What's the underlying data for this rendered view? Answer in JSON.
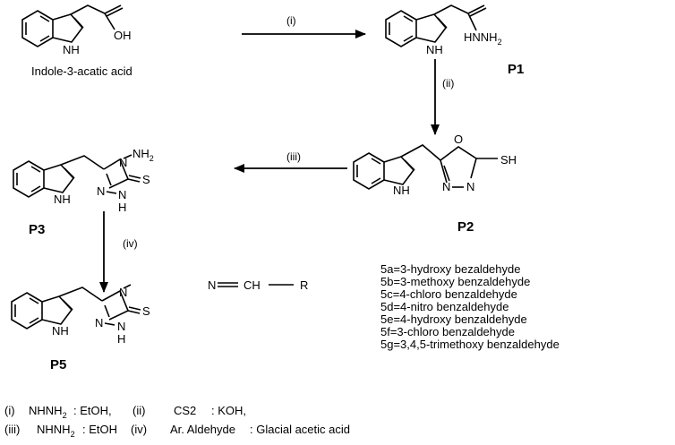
{
  "scheme": {
    "start_caption": "Indole-3-acatic acid",
    "compounds": {
      "p1": "P1",
      "p2": "P2",
      "p3": "P3",
      "p5": "P5"
    },
    "steps": {
      "i": "(i)",
      "ii": "(ii)",
      "iii": "(iii)",
      "iv": "(iv)"
    },
    "atoms": {
      "nh": "NH",
      "oh": "OH",
      "o": "O",
      "n": "N",
      "s": "S",
      "sh": "SH",
      "hydrazide": "HNNH",
      "subscript_2": "2",
      "nh2": "NH",
      "imine_n": "N",
      "imine_ch": "CH",
      "r": "R"
    },
    "key": [
      "5a=3-hydroxy bezaldehyde",
      "5b=3-methoxy benzaldehyde",
      "5c=4-chloro benzaldehyde",
      "5d=4-nitro benzaldehyde",
      "5e=4-hydroxy benzaldehyde",
      "5f=3-chloro benzaldehyde",
      "5g=3,4,5-trimethoxy benzaldehyde"
    ],
    "conditions": {
      "line1": {
        "i_label": "(i)",
        "i_reagent": "NHNH",
        "i_sub": "2",
        "i_solvent": ": EtOH,",
        "ii_label": "(ii)",
        "ii_reagent": "CS2",
        "ii_solvent": ": KOH,"
      },
      "line2": {
        "iii_label": "(iii)",
        "iii_reagent": "NHNH",
        "iii_sub": "2",
        "iii_solvent": ": EtOH",
        "iv_label": "(iv)",
        "iv_reagent": "Ar. Aldehyde",
        "iv_solvent": ": Glacial acetic acid"
      }
    }
  }
}
